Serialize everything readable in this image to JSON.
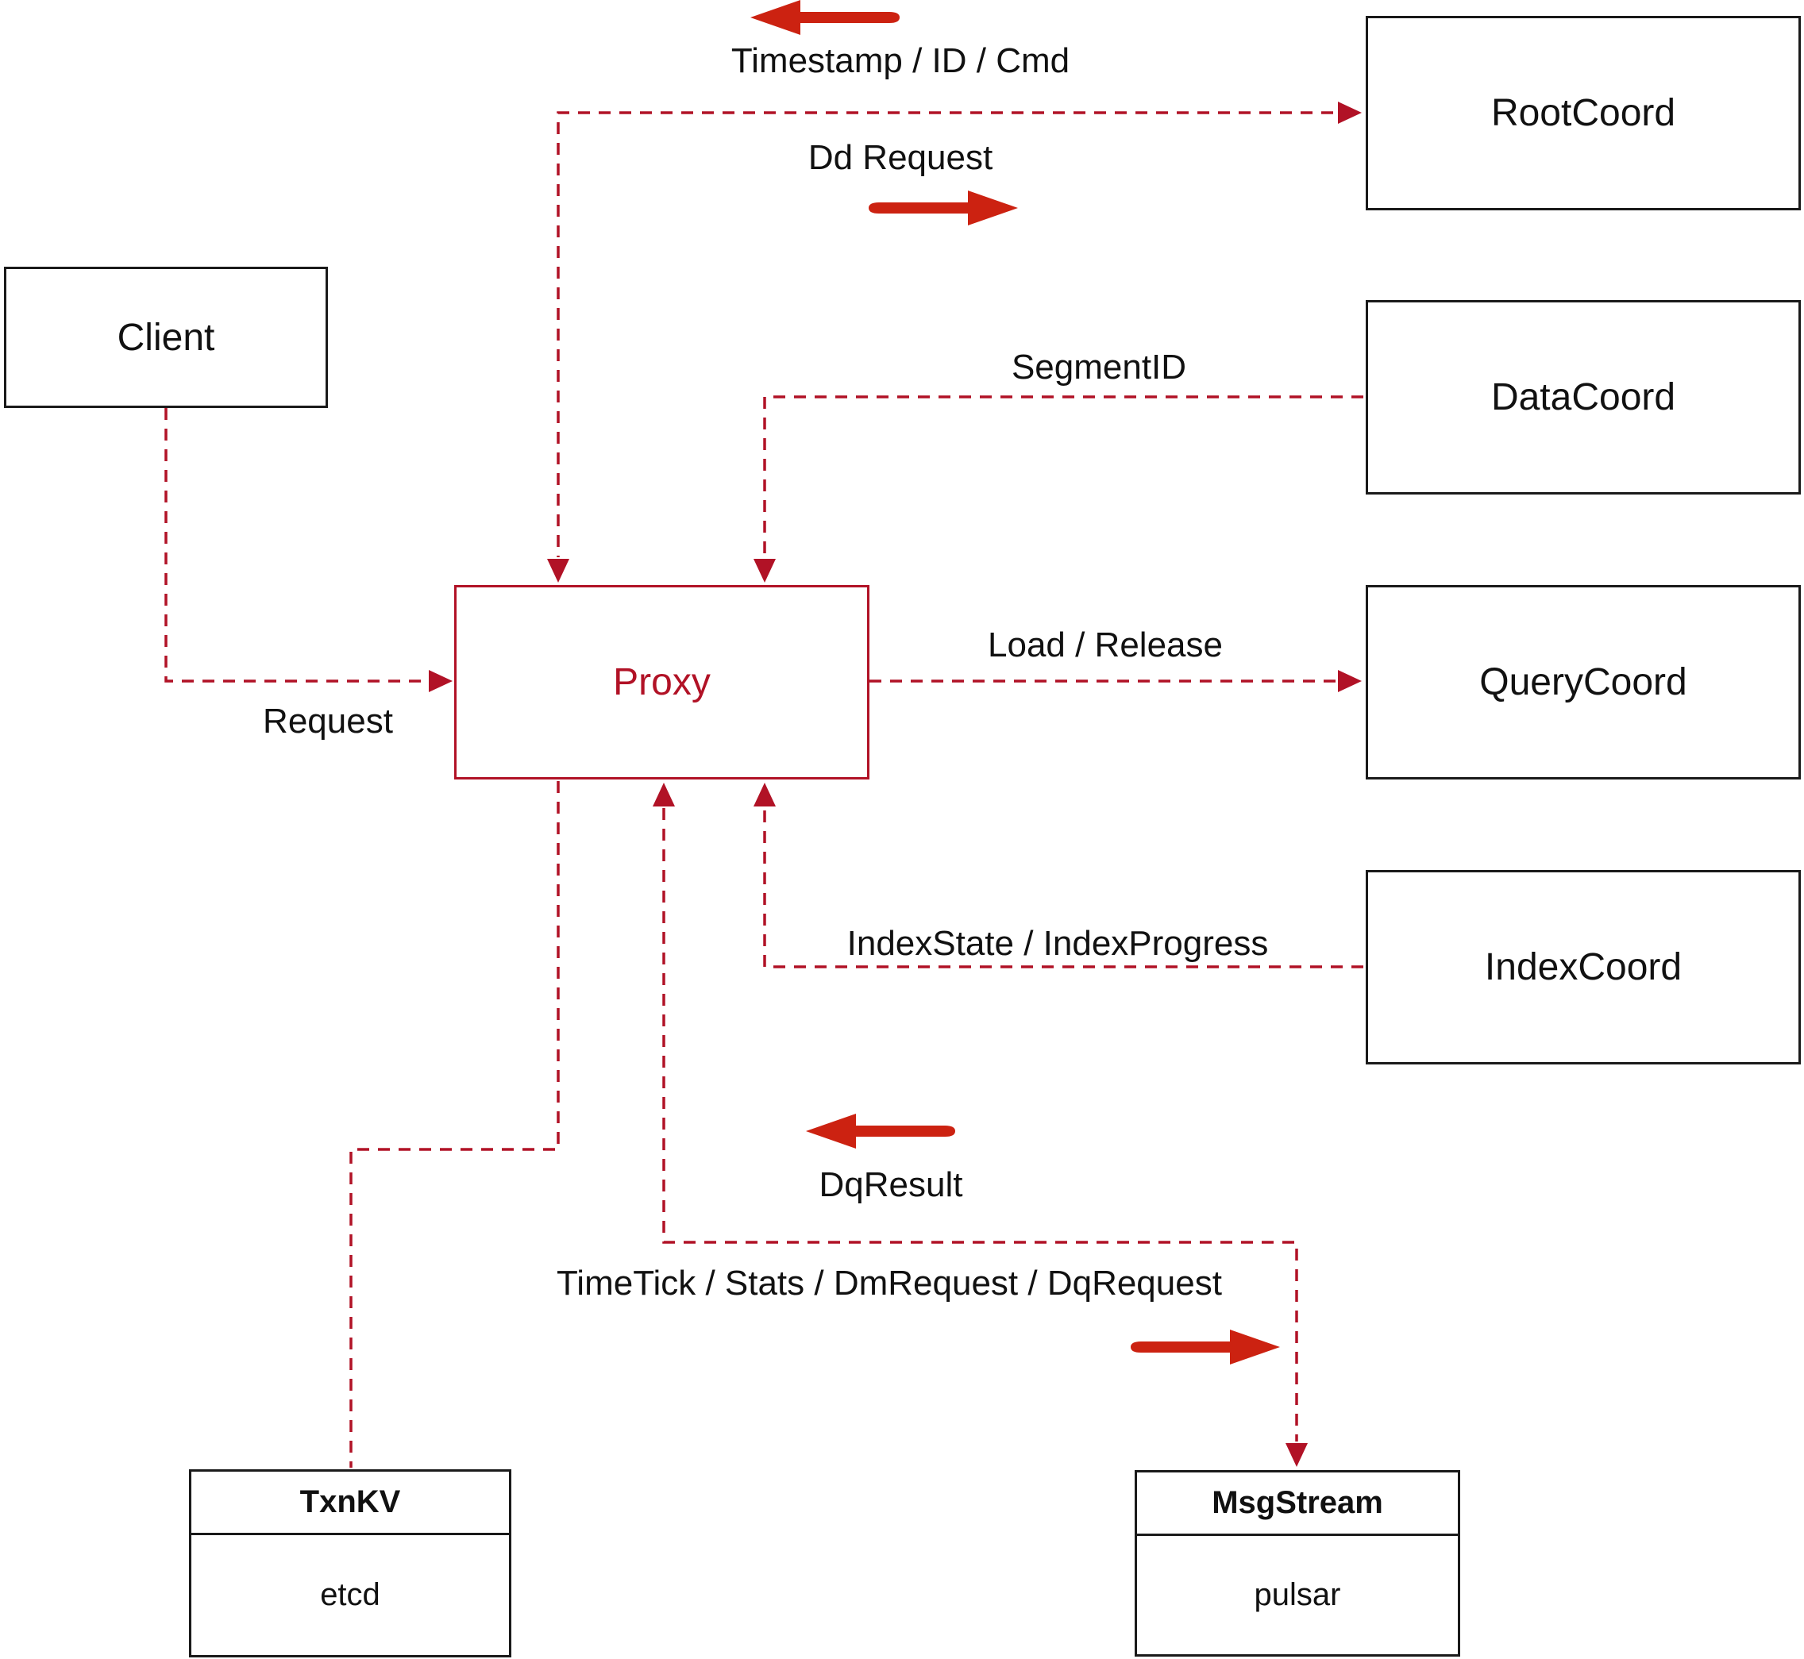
{
  "diagram": {
    "nodes": {
      "client": {
        "label": "Client"
      },
      "proxy": {
        "label": "Proxy"
      },
      "root_coord": {
        "label": "RootCoord"
      },
      "data_coord": {
        "label": "DataCoord"
      },
      "query_coord": {
        "label": "QueryCoord"
      },
      "index_coord": {
        "label": "IndexCoord"
      },
      "txn_kv": {
        "title": "TxnKV",
        "impl": "etcd"
      },
      "msg_stream": {
        "title": "MsgStream",
        "impl": "pulsar"
      }
    },
    "edges": {
      "request": {
        "label": "Request"
      },
      "timestamp": {
        "label": "Timestamp / ID / Cmd"
      },
      "dd_request": {
        "label": "Dd Request"
      },
      "segment_id": {
        "label": "SegmentID"
      },
      "load_release": {
        "label": "Load / Release"
      },
      "index_state": {
        "label": "IndexState / IndexProgress"
      },
      "dq_result": {
        "label": "DqResult"
      },
      "time_tick": {
        "label": "TimeTick / Stats / DmRequest / DqRequest"
      }
    },
    "colors": {
      "dashed_line": "#b11226",
      "solid_arrow": "#cc2211",
      "proxy_accent": "#b11226",
      "box_border": "#1a1a1a"
    }
  }
}
